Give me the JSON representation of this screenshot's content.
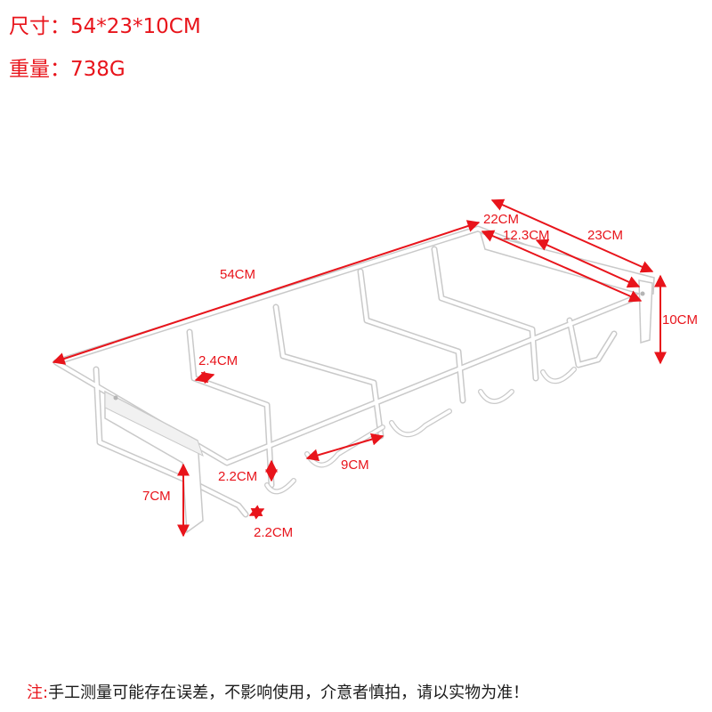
{
  "specs": {
    "size_label": "尺寸：",
    "size_value": "54*23*10CM",
    "weight_label": "重量：",
    "weight_value": "738G"
  },
  "dimensions": {
    "length": "54CM",
    "depth_top": "22CM",
    "depth_inner": "12.3CM",
    "depth_outer": "23CM",
    "height": "10CM",
    "slot_gap": "2.4CM",
    "hook_height": "2.2CM",
    "hook_width": "2.2CM",
    "hook_span": "9CM",
    "bracket_height": "7CM"
  },
  "note": {
    "label": "注:",
    "text": "手工测量可能存在误差，不影响使用，介意者慎拍，请以实物为准！"
  },
  "colors": {
    "accent": "#e8141b",
    "rack": "#ffffff",
    "rack_outline": "#c9c9c9"
  }
}
